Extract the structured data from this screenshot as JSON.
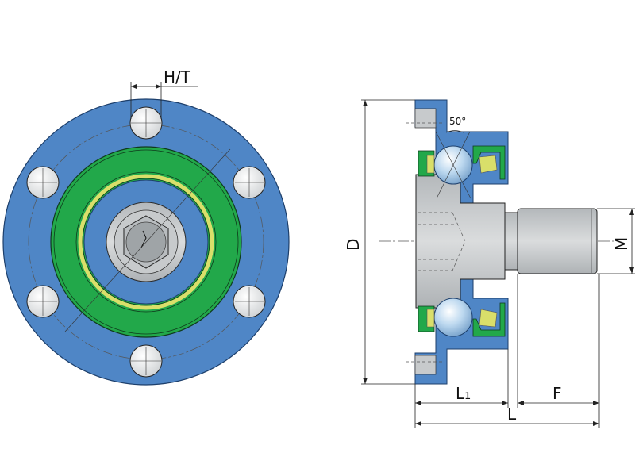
{
  "labels": {
    "ht": "H/T",
    "d": "D",
    "m": "M",
    "l1": "L₁",
    "f": "F",
    "l": "L",
    "angle": "50°"
  },
  "colors": {
    "housing": "#4f86c6",
    "seal_green": "#22a84a",
    "inner_yellow": "#d9df6a",
    "steel": "#c7cacc",
    "steel_dark": "#a9adb0",
    "ball": "#b9d7ee"
  }
}
